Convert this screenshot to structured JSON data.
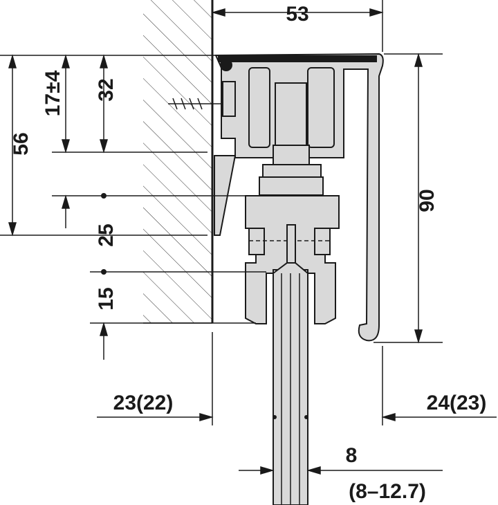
{
  "dimensions": {
    "top_width": "53",
    "height_adjust": "17±4",
    "track_height": "32",
    "overall_height": "56",
    "gap_25": "25",
    "gap_15": "15",
    "profile_height": "90",
    "left_offset": "23(22)",
    "right_offset": "24(23)",
    "glass_thickness": "8",
    "glass_range": "(8–12.7)"
  },
  "colors": {
    "line": "#1a1a1a",
    "part_fill": "#d9d9d9"
  }
}
